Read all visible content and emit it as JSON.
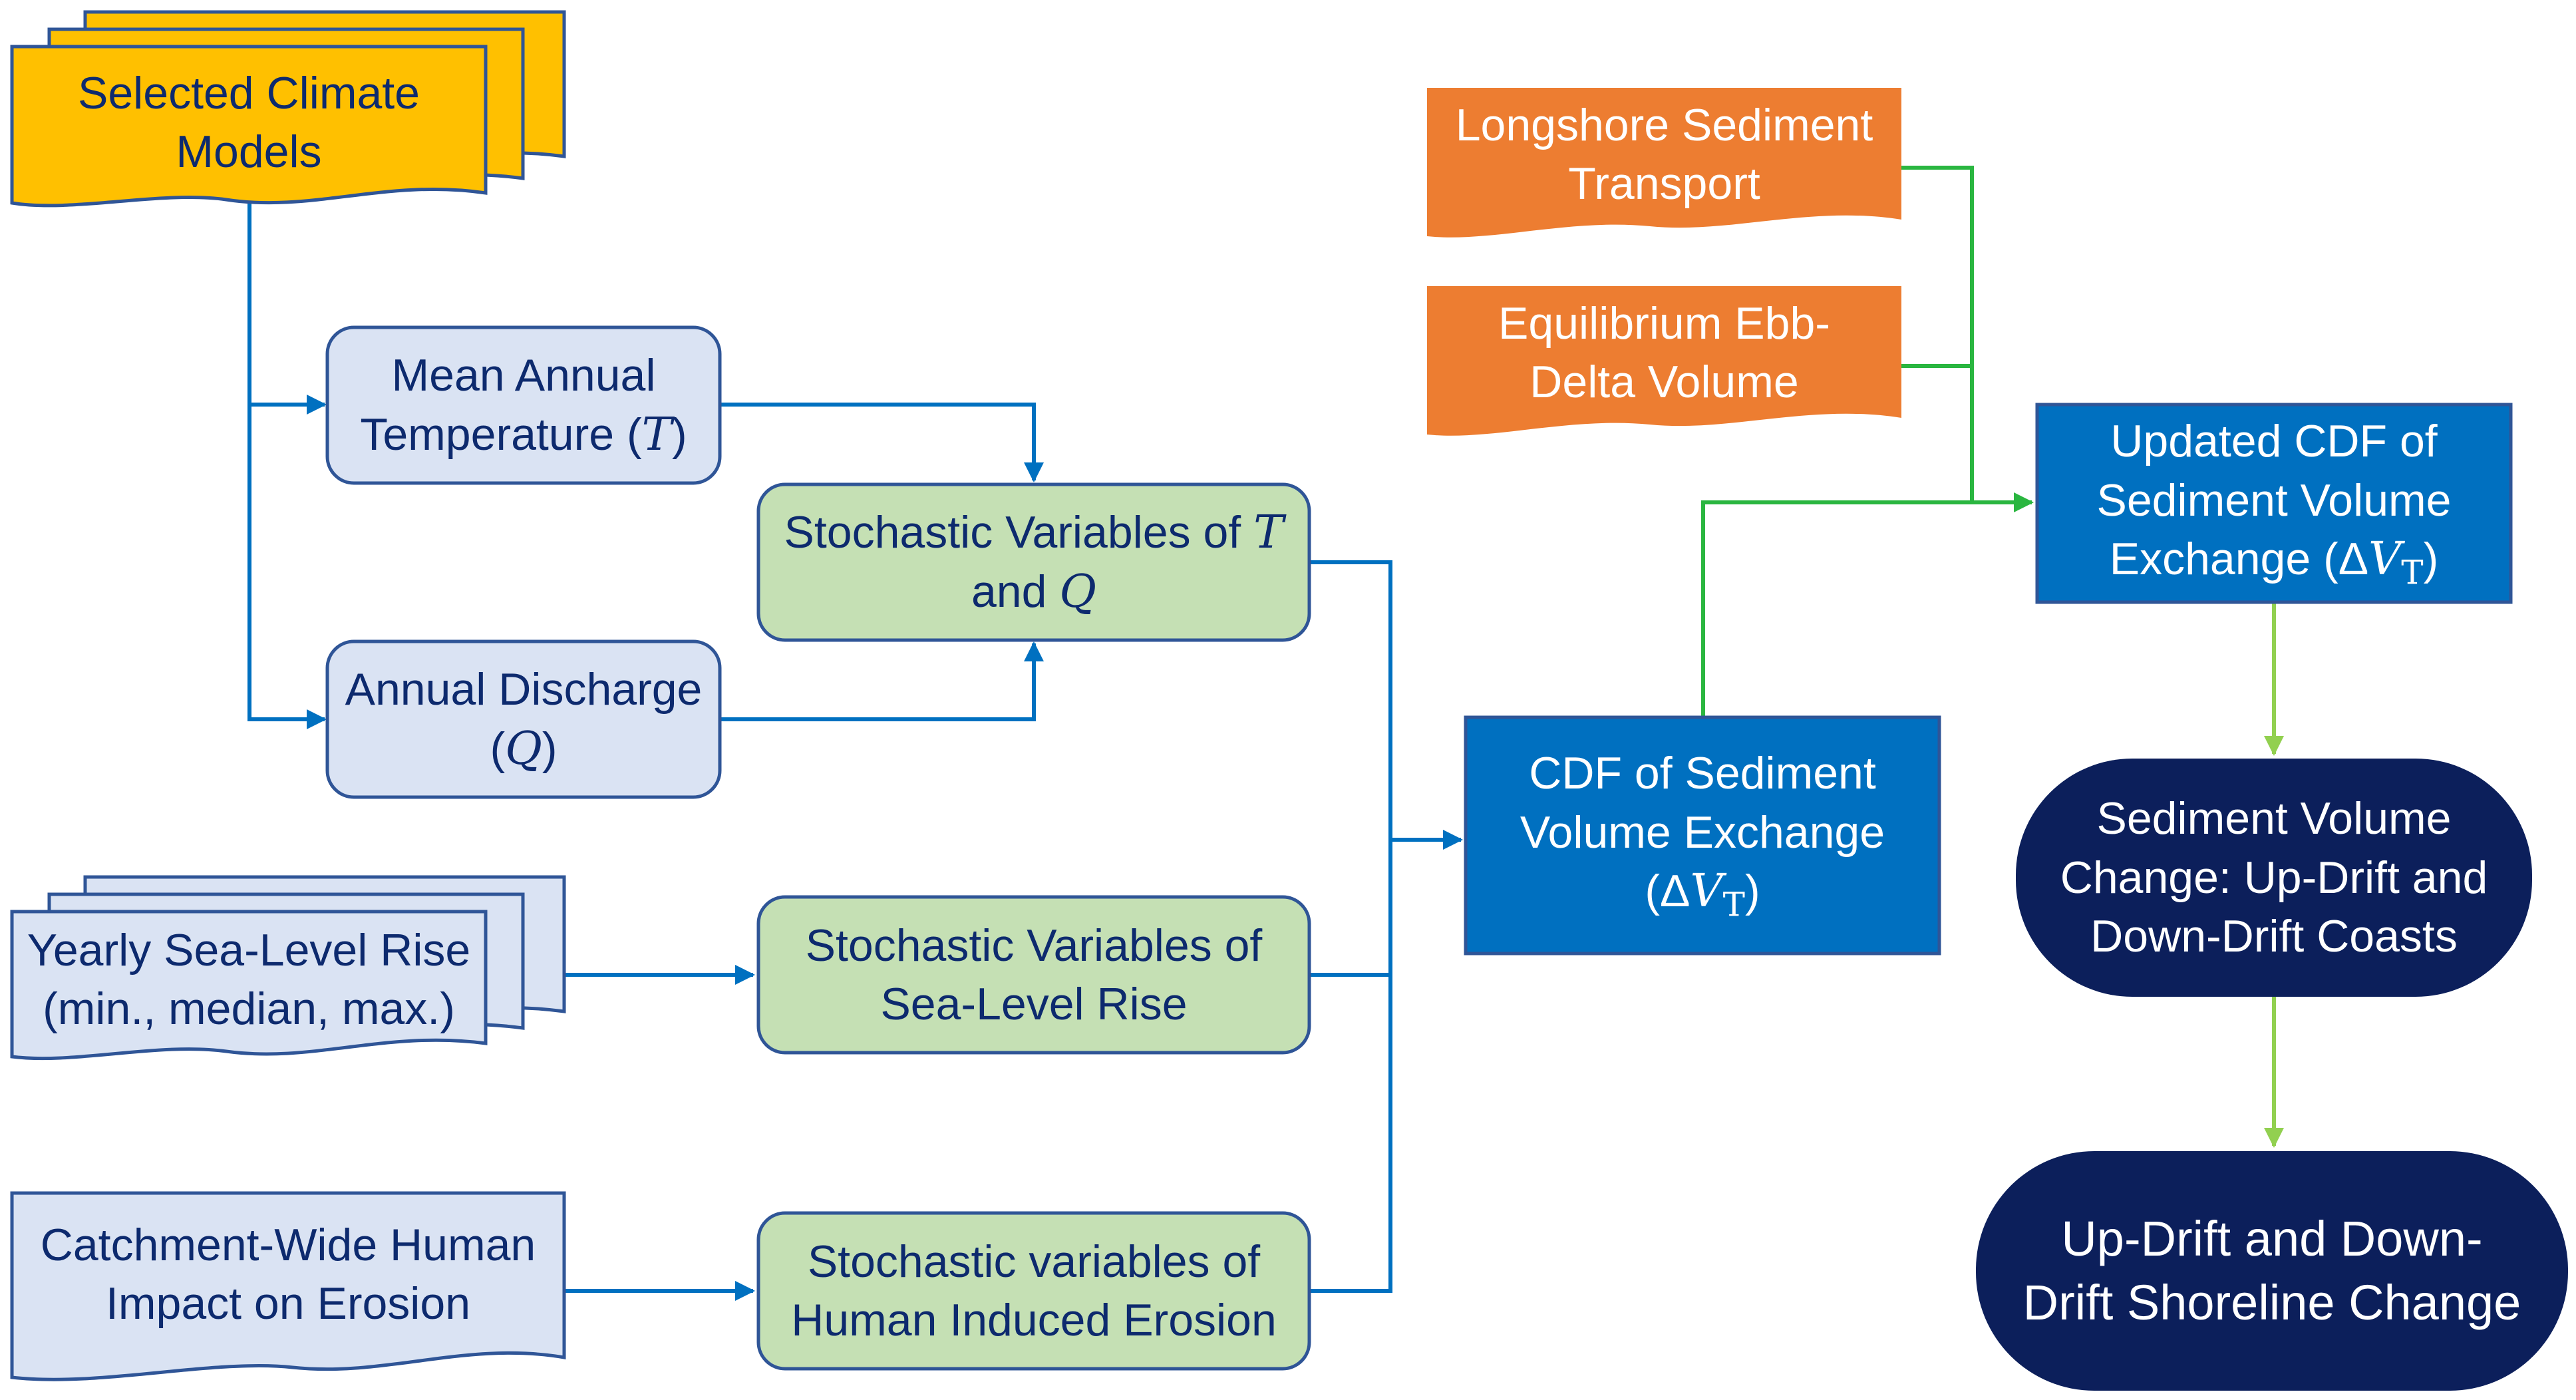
{
  "colors": {
    "climate_fill": "#ffc000",
    "input_fill": "#dae3f3",
    "stoch_fill": "#c5e0b4",
    "ls_fill": "#ed7d31",
    "cdf_fill": "#0070c0",
    "final_fill": "#0c1f5b",
    "blue_line": "#0070c0",
    "green_line": "#2ab640",
    "lightgreen_line": "#92d050",
    "border_dark": "#2f5597"
  },
  "nodes": {
    "climate": {
      "line1": "Selected Climate",
      "line2": "Models"
    },
    "temp": {
      "line1": "Mean Annual",
      "line2_pre": "Temperature (",
      "var": "T",
      "line2_post": ")"
    },
    "discharge": {
      "line1": "Annual Discharge",
      "line2_pre": "(",
      "var": "Q",
      "line2_post": ")"
    },
    "stoch_tq": {
      "line1_pre": "Stochastic Variables of ",
      "var1": "T",
      "line2_pre": "and ",
      "var2": "Q"
    },
    "slr": {
      "line1": "Yearly Sea-Level Rise",
      "line2": "(min., median, max.)"
    },
    "stoch_slr": {
      "line1": "Stochastic Variables of",
      "line2": "Sea-Level Rise"
    },
    "human": {
      "line1": "Catchment-Wide Human",
      "line2": "Impact on Erosion"
    },
    "stoch_human": {
      "line1": "Stochastic variables of",
      "line2": "Human Induced Erosion"
    },
    "longshore": {
      "line1": "Longshore Sediment",
      "line2": "Transport"
    },
    "ebb": {
      "line1": "Equilibrium Ebb-",
      "line2": "Delta Volume"
    },
    "cdf": {
      "line1": "CDF of Sediment",
      "line2": "Volume Exchange",
      "line3_pre": "(Δ",
      "var": "V",
      "sub": "T",
      "line3_post": ")"
    },
    "updated": {
      "line1": "Updated CDF of",
      "line2": "Sediment Volume",
      "line3_pre": "Exchange (Δ",
      "var": "V",
      "sub": "T",
      "line3_post": ")"
    },
    "change": {
      "line1": "Sediment Volume",
      "line2": "Change: Up-Drift and",
      "line3": "Down-Drift Coasts"
    },
    "shoreline": {
      "line1": "Up-Drift and Down-",
      "line2": "Drift Shoreline Change"
    }
  }
}
